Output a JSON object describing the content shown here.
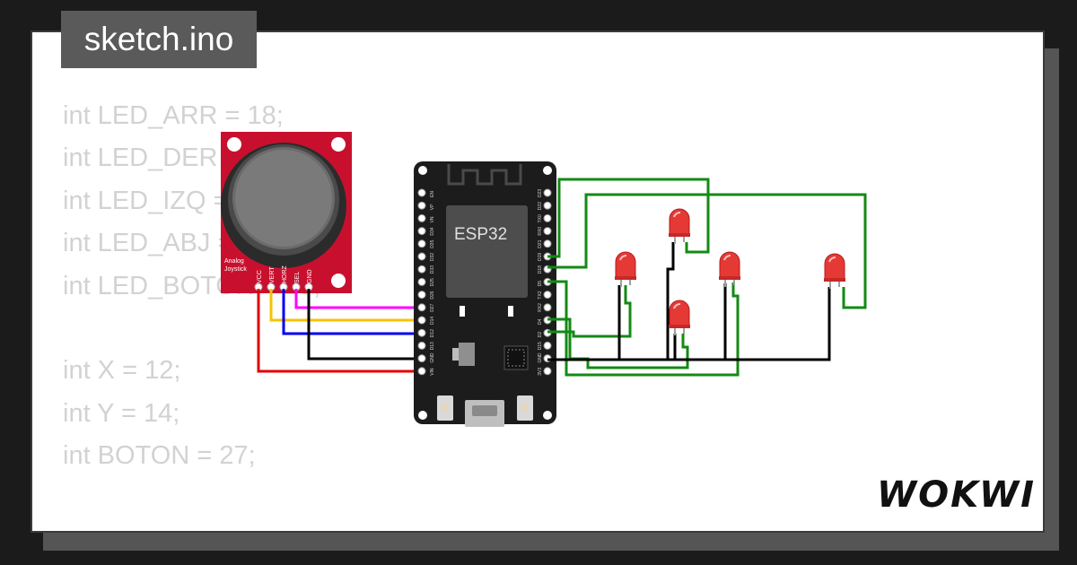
{
  "file_tab": {
    "label": "sketch.ino"
  },
  "code_lines": [
    "int LED_ARR = 18;",
    "int LED_DER = 19;",
    "int LED_IZQ = 21;",
    "int LED_ABJ = 22;",
    "int LED_BOTON = 23;",
    "",
    "int X = 12;",
    "int Y = 14;",
    "int BOTON = 27;"
  ],
  "joystick": {
    "title_line1": "Analog",
    "title_line2": "Joystick",
    "pins": [
      "VCC",
      "VERT",
      "HORZ",
      "SEL",
      "GND"
    ]
  },
  "esp32": {
    "label": "ESP32",
    "left_pins": [
      "EN",
      "VP",
      "VN",
      "D34",
      "D35",
      "D32",
      "D33",
      "D25",
      "D26",
      "D27",
      "D14",
      "D12",
      "D13",
      "GND",
      "VIN"
    ],
    "right_pins": [
      "D23",
      "D22",
      "TX0",
      "RX0",
      "D21",
      "D19",
      "D18",
      "D5",
      "TX2",
      "RX2",
      "D4",
      "D2",
      "D15",
      "GND",
      "3V3"
    ]
  },
  "brand": {
    "logo": "WOKWI"
  },
  "colors": {
    "background": "#1b1b1b",
    "card": "#ffffff",
    "code_text": "#d2d2d2",
    "tag_bg": "#5a5a5a",
    "joystick_board": "#c8102e",
    "esp32_board": "#1c1c1c",
    "led": "#e53935",
    "wire_magenta": "#ff00ff",
    "wire_yellow": "#f5c400",
    "wire_blue": "#0000ee",
    "wire_black": "#000000",
    "wire_red": "#e00000",
    "wire_green": "#138a13"
  }
}
